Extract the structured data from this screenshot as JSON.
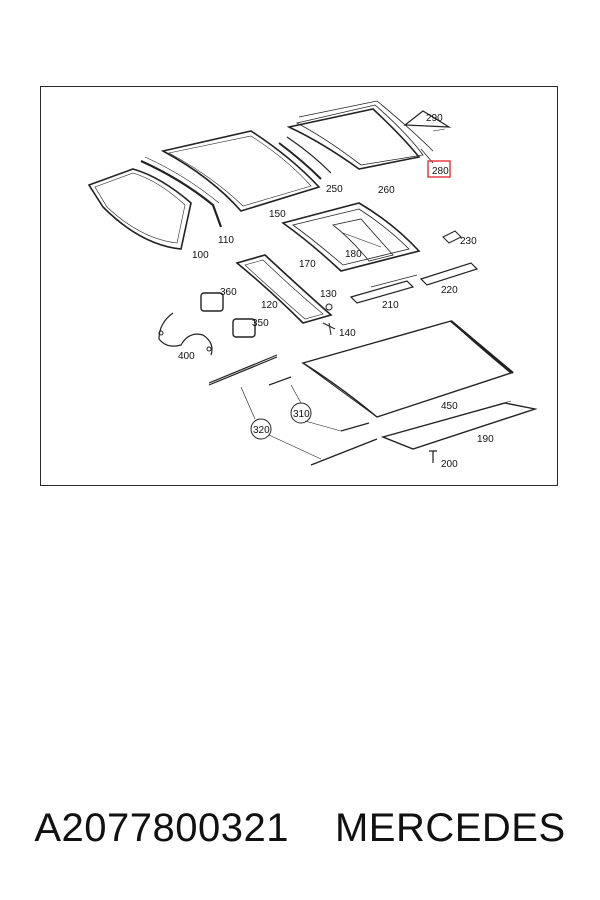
{
  "diagram": {
    "callouts": [
      "100",
      "110",
      "120",
      "130",
      "140",
      "150",
      "170",
      "180",
      "190",
      "200",
      "210",
      "220",
      "230",
      "250",
      "260",
      "280",
      "290",
      "310",
      "320",
      "350",
      "360",
      "400",
      "450"
    ],
    "highlighted_callout": "280",
    "highlight_color": "#e0303a"
  },
  "caption": {
    "part_number": "A2077800321",
    "brand": "MERCEDES"
  }
}
